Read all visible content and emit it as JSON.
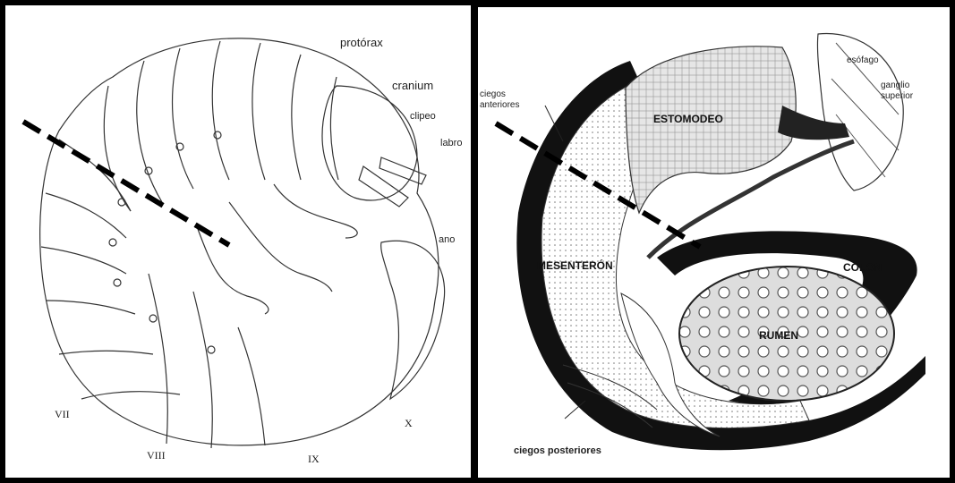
{
  "left_panel": {
    "labels": {
      "protorax": "protórax",
      "cranium": "cranium",
      "clipeo": "clipeo",
      "labro": "labro",
      "ano": "ano",
      "seg_vii": "VII",
      "seg_viii": "VIII",
      "seg_ix": "IX",
      "seg_x": "X"
    }
  },
  "right_panel": {
    "labels": {
      "esofago": "esófago",
      "ganglio": "ganglio",
      "superior": "superior",
      "ciegos_anteriores_1": "ciegos",
      "ciegos_anteriores_2": "anteriores",
      "estomodeo": "ESTOMODEO",
      "mesenteron": "MESENTERÓN",
      "colon": "COLON",
      "rumen": "RUMEN",
      "ciegos_posteriores": "ciegos posteriores"
    }
  },
  "colors": {
    "ink": "#222222",
    "border": "#000000",
    "stipple": "#777777"
  }
}
